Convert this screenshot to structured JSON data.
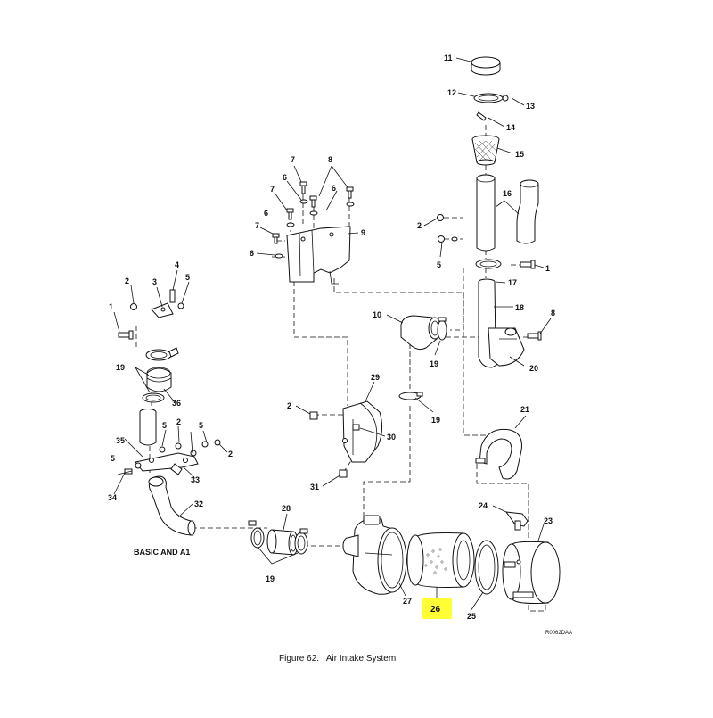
{
  "figure": {
    "caption": "Figure 62.   Air Intake System.",
    "drawing_id": "R0062DAA",
    "variant_label": "BASIC AND A1",
    "highlight_color": "#ffff33",
    "highlighted_callout": "26"
  },
  "callouts": {
    "c11": "11",
    "c12": "12",
    "c13": "13",
    "c14": "14",
    "c15": "15",
    "c16": "16",
    "c17": "17",
    "c18": "18",
    "c20": "20",
    "c21": "21",
    "c23": "23",
    "c24": "24",
    "c25": "25",
    "c26": "26",
    "c27": "27",
    "c28": "28",
    "c29": "29",
    "c30": "30",
    "c31": "31",
    "c32": "32",
    "c33": "33",
    "c34": "34",
    "c35": "35",
    "c36": "36",
    "c9": "9",
    "c10": "10",
    "left_1": "1",
    "left_2a": "2",
    "left_3": "3",
    "left_4": "4",
    "left_5a": "5",
    "left_19": "19",
    "left_2b": "2",
    "left_5b": "5",
    "left_5c": "5",
    "left_2c": "2",
    "left_5d": "5",
    "bracket_7a": "7",
    "bracket_8": "8",
    "bracket_6a": "6",
    "bracket_6b": "6",
    "bracket_7b": "7",
    "bracket_6c": "6",
    "bracket_7c": "7",
    "bracket_6d": "6",
    "right_2": "2",
    "right_5": "5",
    "right_1": "1",
    "right_8": "8",
    "right_19a": "19",
    "right_19b": "19",
    "mid_2": "2",
    "bottom_19": "19"
  }
}
